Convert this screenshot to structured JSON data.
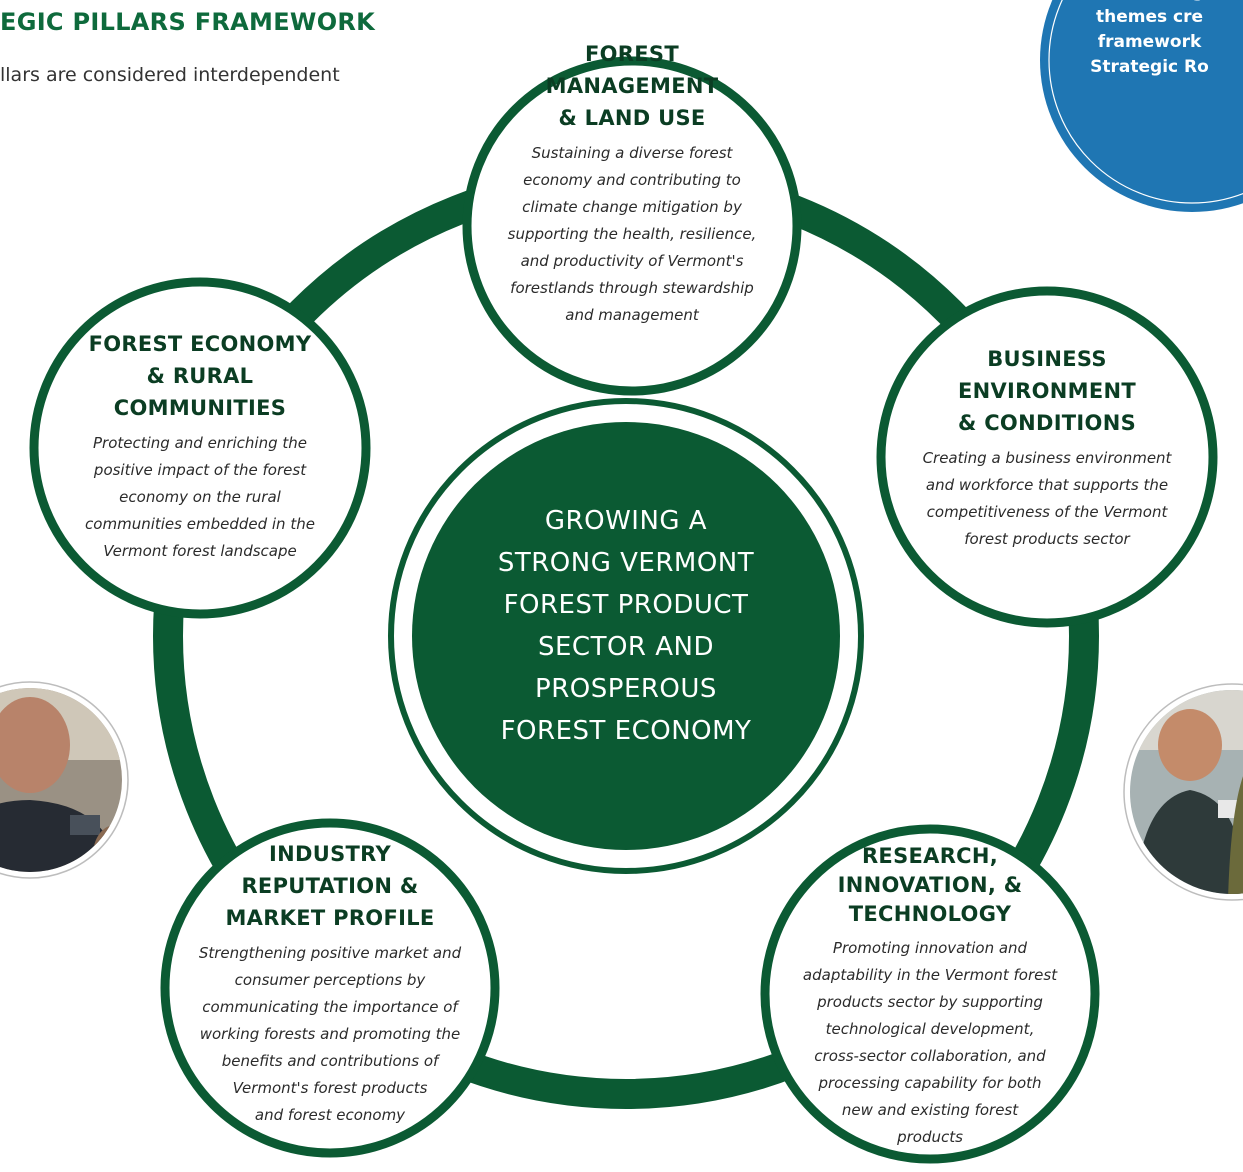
{
  "header": {
    "title": "EGIC PILLARS FRAMEWORK",
    "subtitle": "llars are considered interdependent"
  },
  "callout": {
    "text": "and the hig\nthemes cre\nframework\nStrategic Ro"
  },
  "center": {
    "text": "GROWING A\nSTRONG VERMONT\nFOREST PRODUCT\nSECTOR AND\nPROSPEROUS\nFOREST ECONOMY"
  },
  "pillars": [
    {
      "title": "FOREST\nMANAGEMENT\n& LAND USE",
      "description": "Sustaining a diverse forest\neconomy and contributing to\nclimate change mitigation by\nsupporting the health, resilience,\nand productivity of Vermont's\nforestlands through stewardship\nand management"
    },
    {
      "title": "BUSINESS\nENVIRONMENT\n& CONDITIONS",
      "description": "Creating a business environment\nand workforce that supports the\ncompetitiveness of the Vermont\nforest products sector"
    },
    {
      "title": "RESEARCH,\nINNOVATION, &\nTECHNOLOGY",
      "description": "Promoting innovation and\nadaptability in the Vermont forest\nproducts sector by supporting\ntechnological development,\ncross-sector collaboration, and\nprocessing capability for both\nnew and existing forest\nproducts"
    },
    {
      "title": "INDUSTRY\nREPUTATION &\nMARKET PROFILE",
      "description": "Strengthening positive market and\nconsumer perceptions by\ncommunicating the importance of\nworking forests and promoting the\nbenefits and contributions of\nVermont's forest products\nand forest economy"
    },
    {
      "title": "FOREST ECONOMY\n& RURAL\nCOMMUNITIES",
      "description": "Protecting and enriching the\npositive impact of the forest\neconomy on the rural\ncommunities embedded in the\nVermont forest landscape"
    }
  ],
  "colors": {
    "accent_green": "#0e6a3c",
    "dark_green": "#0b5a33",
    "callout_blue": "#1f76b3"
  }
}
